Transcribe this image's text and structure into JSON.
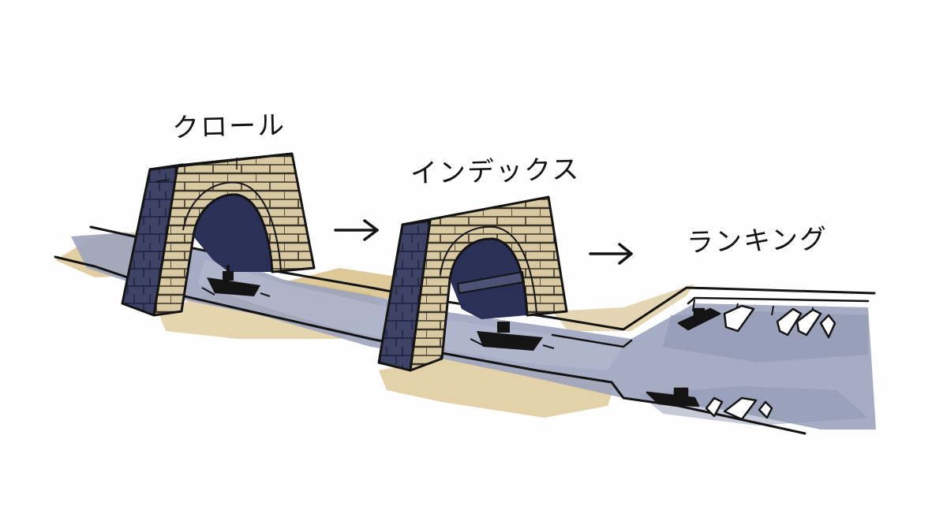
{
  "diagram": {
    "stages": [
      {
        "id": "crawl",
        "label": "クロール"
      },
      {
        "id": "index",
        "label": "インデックス"
      },
      {
        "id": "ranking",
        "label": "ランキング"
      }
    ],
    "arrows": [
      {
        "from": "crawl",
        "to": "index"
      },
      {
        "from": "index",
        "to": "ranking"
      }
    ],
    "colors": {
      "water": "#9ca3bd",
      "water_dark": "#7f87a6",
      "bank": "#d9c390",
      "stone": "#d8c9a3",
      "stone_side": "#3e4366",
      "arch_shadow": "#2b3156",
      "ink": "#141414"
    }
  }
}
